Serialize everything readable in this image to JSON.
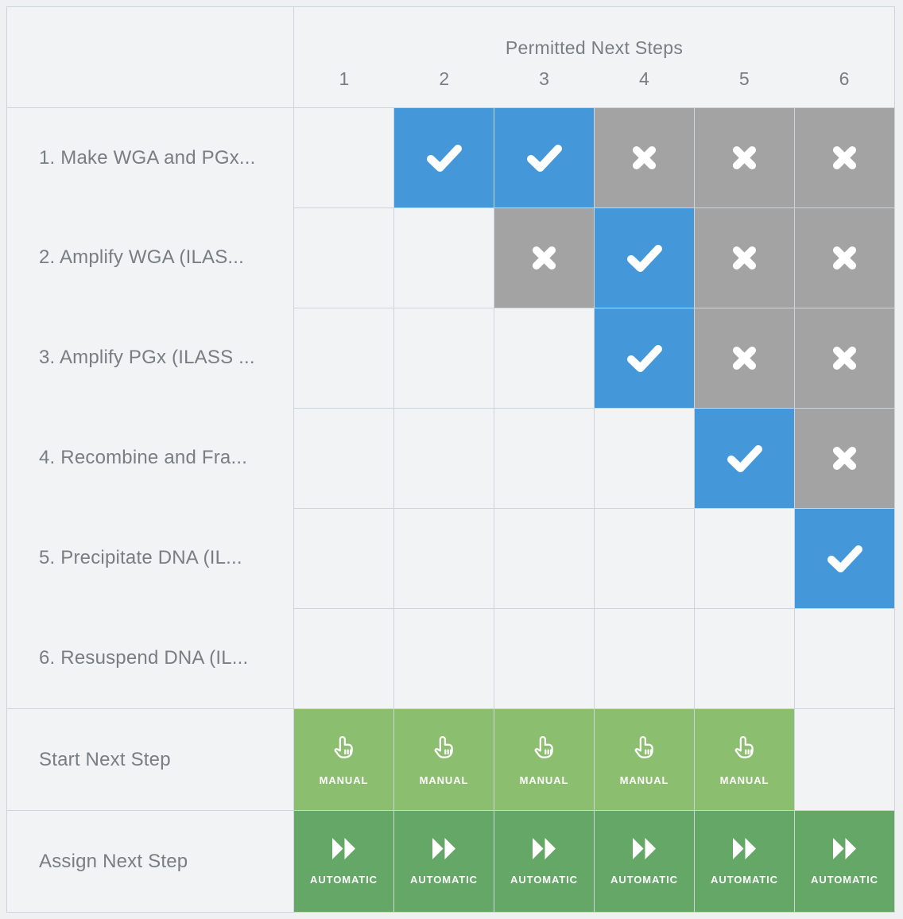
{
  "header": {
    "title": "Permitted Next Steps",
    "columns": [
      "1",
      "2",
      "3",
      "4",
      "5",
      "6"
    ]
  },
  "matrix": {
    "rows": [
      {
        "label": "1. Make WGA and PGx...",
        "cells": [
          "",
          "check",
          "check",
          "x",
          "x",
          "x"
        ]
      },
      {
        "label": "2. Amplify WGA (ILAS...",
        "cells": [
          "",
          "",
          "x",
          "check",
          "x",
          "x"
        ]
      },
      {
        "label": "3. Amplify PGx (ILASS ...",
        "cells": [
          "",
          "",
          "",
          "check",
          "x",
          "x"
        ]
      },
      {
        "label": "4. Recombine and Fra...",
        "cells": [
          "",
          "",
          "",
          "",
          "check",
          "x"
        ]
      },
      {
        "label": "5. Precipitate DNA (IL...",
        "cells": [
          "",
          "",
          "",
          "",
          "",
          "check"
        ]
      },
      {
        "label": "6. Resuspend DNA (IL...",
        "cells": [
          "",
          "",
          "",
          "",
          "",
          ""
        ]
      }
    ]
  },
  "actions": [
    {
      "label": "Start Next Step",
      "cells": [
        {
          "icon": "hand-pointer-icon",
          "label": "MANUAL"
        },
        {
          "icon": "hand-pointer-icon",
          "label": "MANUAL"
        },
        {
          "icon": "hand-pointer-icon",
          "label": "MANUAL"
        },
        {
          "icon": "hand-pointer-icon",
          "label": "MANUAL"
        },
        {
          "icon": "hand-pointer-icon",
          "label": "MANUAL"
        },
        null
      ]
    },
    {
      "label": "Assign Next Step",
      "cells": [
        {
          "icon": "fast-forward-icon",
          "label": "AUTOMATIC"
        },
        {
          "icon": "fast-forward-icon",
          "label": "AUTOMATIC"
        },
        {
          "icon": "fast-forward-icon",
          "label": "AUTOMATIC"
        },
        {
          "icon": "fast-forward-icon",
          "label": "AUTOMATIC"
        },
        {
          "icon": "fast-forward-icon",
          "label": "AUTOMATIC"
        },
        {
          "icon": "fast-forward-icon",
          "label": "AUTOMATIC"
        }
      ]
    }
  ],
  "colors": {
    "permitted": "#4498da",
    "blocked": "#a3a3a3",
    "manual": "#8cbe70",
    "automatic": "#64a766"
  }
}
